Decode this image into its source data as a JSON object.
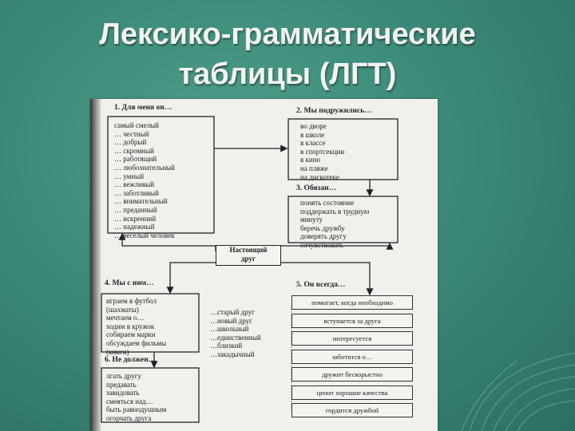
{
  "slide": {
    "title_line1": "Лексико-грамматические",
    "title_line2": "таблицы (ЛГТ)"
  },
  "diagram": {
    "center": {
      "line1": "Настоящий",
      "line2": "друг"
    },
    "section1": {
      "heading": "1. Для меня он…",
      "items": [
        "самый смелый",
        "… честный",
        "… добрый",
        "… скромный",
        "… работящий",
        "… любознательный",
        "… умный",
        "… вежливый",
        "… заботливый",
        "… внимательный",
        "… преданный",
        "… искренний",
        "… надежный",
        "… веселый человек"
      ]
    },
    "section2": {
      "heading": "2. Мы подружились…",
      "items": [
        "во дворе",
        "в школе",
        "в классе",
        "в спортсекции",
        "в кино",
        "на пляже",
        "на дискотеке"
      ]
    },
    "section3": {
      "heading": "3. Обязан…",
      "items": [
        "понять состояние",
        "поддержать в трудную",
        "минуту",
        "беречь дружбу",
        "доверять другу",
        "сочувствовать"
      ]
    },
    "section4": {
      "heading": "4. Мы с ним…",
      "items": [
        "играем в футбол",
        "(шахматы)",
        "мечтаем о…",
        "ходим в кружок",
        "собираем марки",
        "обсуждаем фильмы",
        "(книги)"
      ]
    },
    "friend_types": [
      "…старый друг",
      "…новый друг",
      "…школьный",
      "…единственный",
      "…близкий",
      "…закадычный"
    ],
    "section5": {
      "heading": "5. Он всегда…",
      "items": [
        "помогает, когда необходимо",
        "вступается за друга",
        "интересуется",
        "заботится о…",
        "дружит бескорыстно",
        "ценит хорошие качества",
        "гордится дружбой"
      ]
    },
    "section6": {
      "heading": "6. Не должен…",
      "items": [
        "лгать другу",
        "предавать",
        "завидовать",
        "смеяться над…",
        "быть равнодушным",
        "огорчать друга"
      ]
    }
  },
  "colors": {
    "background": "#3c8a7a",
    "title": "#f2f4f0",
    "paper": "#f1f0ec",
    "ink": "#222222"
  }
}
